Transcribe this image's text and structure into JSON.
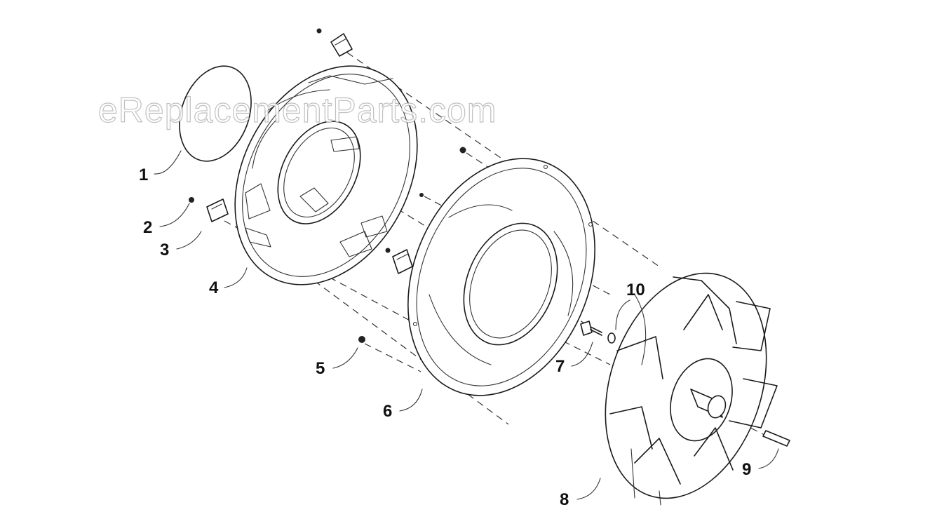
{
  "watermark": "eReplacementParts.com",
  "callouts": [
    {
      "id": "1",
      "label": "1"
    },
    {
      "id": "2",
      "label": "2"
    },
    {
      "id": "3",
      "label": "3"
    },
    {
      "id": "4",
      "label": "4"
    },
    {
      "id": "5",
      "label": "5"
    },
    {
      "id": "6",
      "label": "6"
    },
    {
      "id": "7",
      "label": "7"
    },
    {
      "id": "8",
      "label": "8"
    },
    {
      "id": "9",
      "label": "9"
    },
    {
      "id": "10",
      "label": "10"
    }
  ],
  "colors": {
    "line": "#1a1a1a",
    "background": "#ffffff"
  }
}
